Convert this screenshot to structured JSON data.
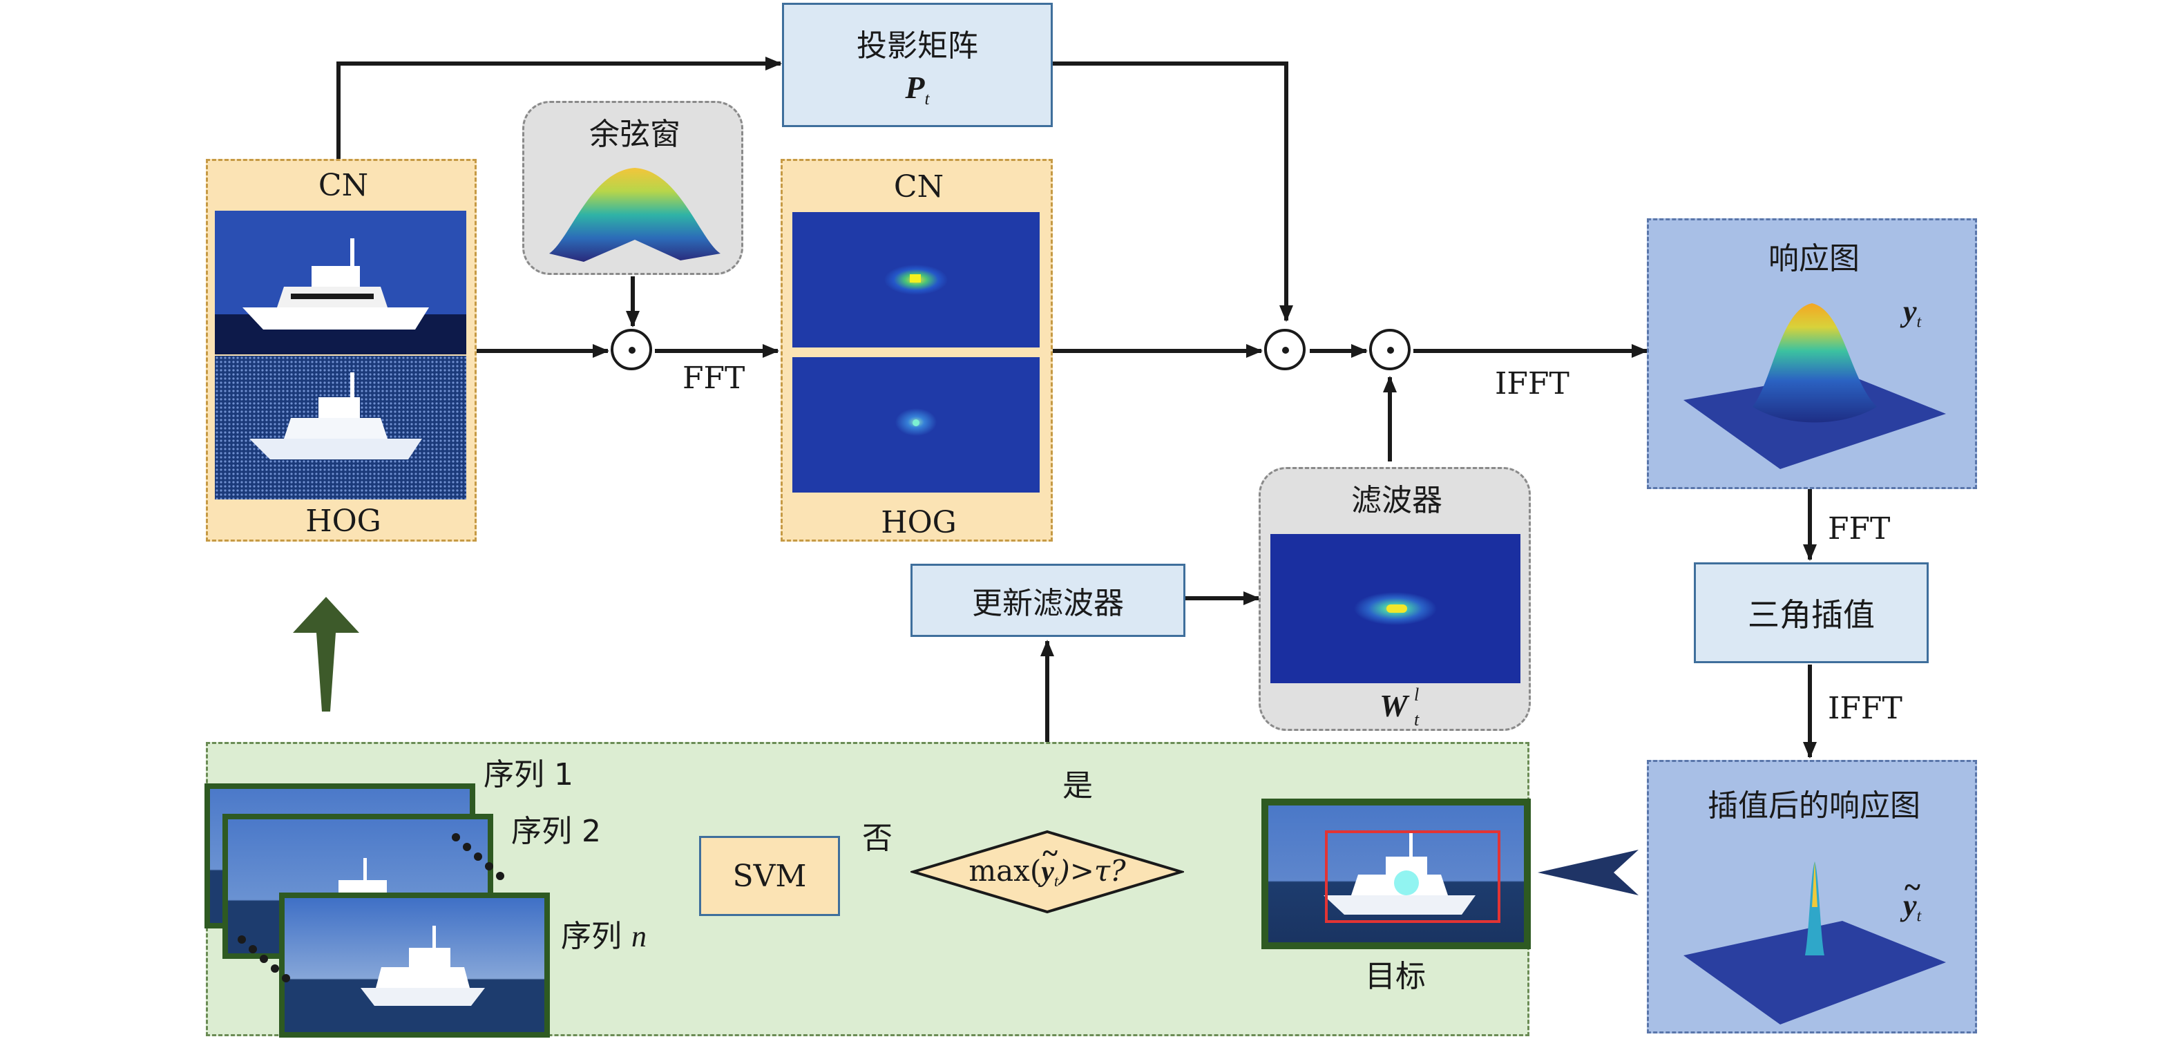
{
  "colors": {
    "process_fill": "#dbe8f4",
    "feature_fill": "#fbe3b4",
    "response_fill": "#a8bfe6",
    "gray_fill": "#e0e0e0",
    "green_fill": "#dcedd2",
    "arrow_green": "#3d5a2a",
    "arrow_navy": "#1f3466"
  },
  "projection": {
    "label": "投影矩阵",
    "symbol": "P",
    "sub": "t"
  },
  "cosine": {
    "label": "余弦窗"
  },
  "input": {
    "top": "CN",
    "bottom": "HOG"
  },
  "features": {
    "top": "CN",
    "bottom": "HOG"
  },
  "edges": {
    "fft1": "FFT",
    "ifft1": "IFFT",
    "fft2": "FFT",
    "ifft2": "IFFT",
    "yes": "是",
    "no": "否"
  },
  "response": {
    "label": "响应图",
    "symbol": "y",
    "sub": "t"
  },
  "interp_box": {
    "label": "三角插值"
  },
  "interp_response": {
    "label": "插值后的响应图",
    "symbol": "y",
    "tilde": "~",
    "sub": "t"
  },
  "filter": {
    "label": "滤波器",
    "symbol": "W",
    "sub": "t",
    "sup": "l"
  },
  "update": {
    "label": "更新滤波器"
  },
  "decision": {
    "pre": "max(",
    "symbol": "y",
    "tilde": "~",
    "sub": "t",
    "post": ")>τ?"
  },
  "svm": {
    "label": "SVM"
  },
  "target": {
    "label": "目标"
  },
  "sequences": {
    "s1": "序列 1",
    "s2": "序列 2",
    "sn_pre": "序列 ",
    "sn_var": "n"
  }
}
